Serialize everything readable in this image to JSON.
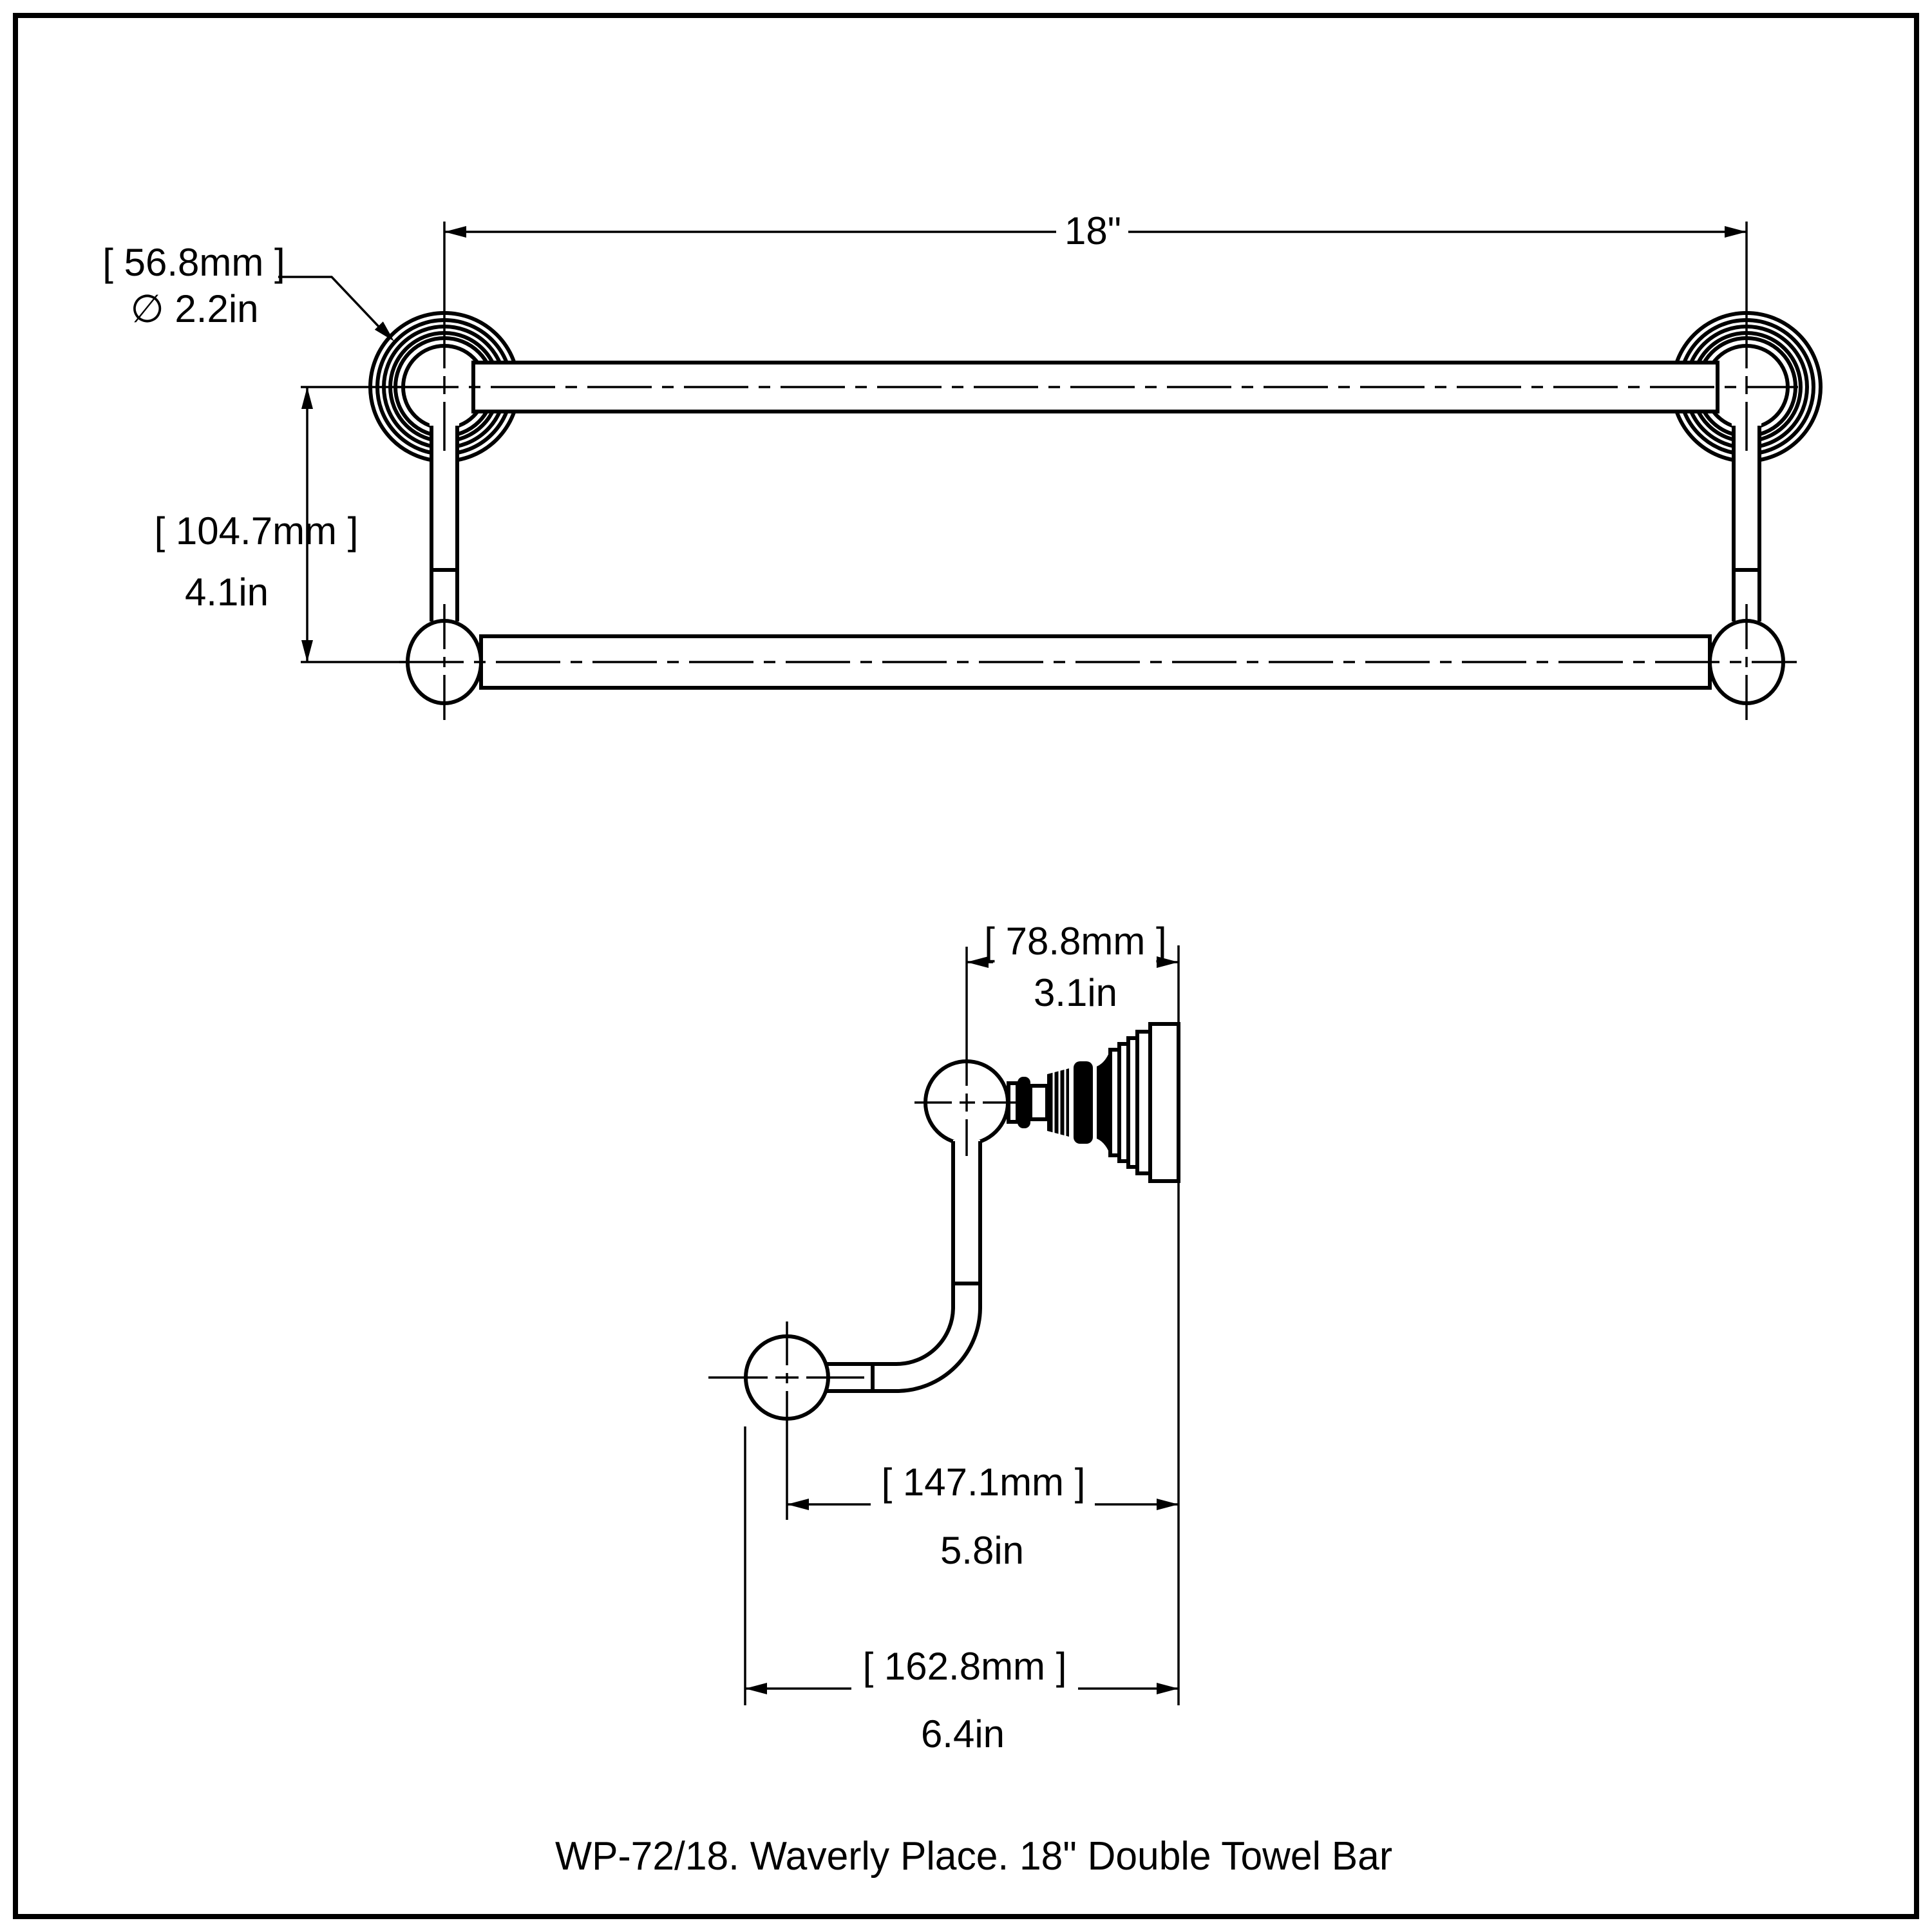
{
  "page": {
    "background_color": "#ffffff",
    "line_color": "#000000",
    "type": "technical dimension drawing"
  },
  "caption": {
    "text": "WP-72/18. Waverly Place. 18\" Double Towel Bar"
  },
  "front_view": {
    "description": "front elevation of double towel bar",
    "dims": {
      "width": {
        "label": "18\""
      },
      "flange_diameter": {
        "mm": "[ 56.8mm ]",
        "inches": "∅ 2.2in"
      },
      "bar_spacing": {
        "mm": "[ 104.7mm ]",
        "inches": "4.1in"
      }
    }
  },
  "side_view": {
    "description": "side profile of wall mount and hook arm",
    "dims": {
      "wall_to_bar": {
        "mm": "[ 78.8mm ]",
        "inches": "3.1in"
      },
      "wall_to_hook_center": {
        "mm": "[ 147.1mm ]",
        "inches": "5.8in"
      },
      "overall_depth": {
        "mm": "[ 162.8mm ]",
        "inches": "6.4in"
      }
    }
  }
}
